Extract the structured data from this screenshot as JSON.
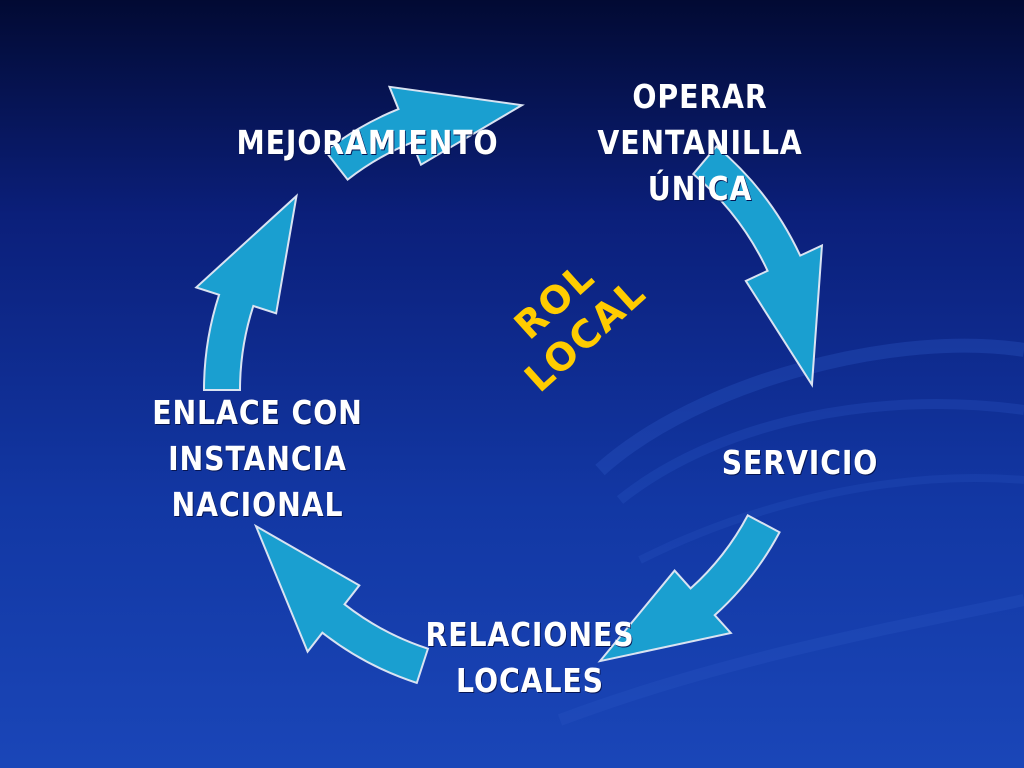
{
  "diagram": {
    "nodes": [
      {
        "id": "operar",
        "lines": [
          "OPERAR",
          "VENTANILLA",
          "ÚNICA"
        ]
      },
      {
        "id": "servicio",
        "lines": [
          "SERVICIO"
        ]
      },
      {
        "id": "relaciones",
        "lines": [
          "RELACIONES",
          "LOCALES"
        ]
      },
      {
        "id": "enlace",
        "lines": [
          "ENLACE CON",
          "INSTANCIA",
          "NACIONAL"
        ]
      },
      {
        "id": "mejoramiento",
        "lines": [
          "MEJORAMIENTO"
        ]
      }
    ],
    "center": {
      "lines": [
        "ROL",
        "LOCAL"
      ]
    },
    "colors": {
      "arrow_fill": "#1a9fd0",
      "arrow_stroke": "#d9e3f2",
      "label_text": "#ffffff",
      "center_text": "#ffcc00"
    },
    "edges": [
      {
        "from": "mejoramiento",
        "to": "operar"
      },
      {
        "from": "operar",
        "to": "servicio"
      },
      {
        "from": "servicio",
        "to": "relaciones"
      },
      {
        "from": "relaciones",
        "to": "enlace"
      },
      {
        "from": "enlace",
        "to": "mejoramiento"
      }
    ]
  }
}
